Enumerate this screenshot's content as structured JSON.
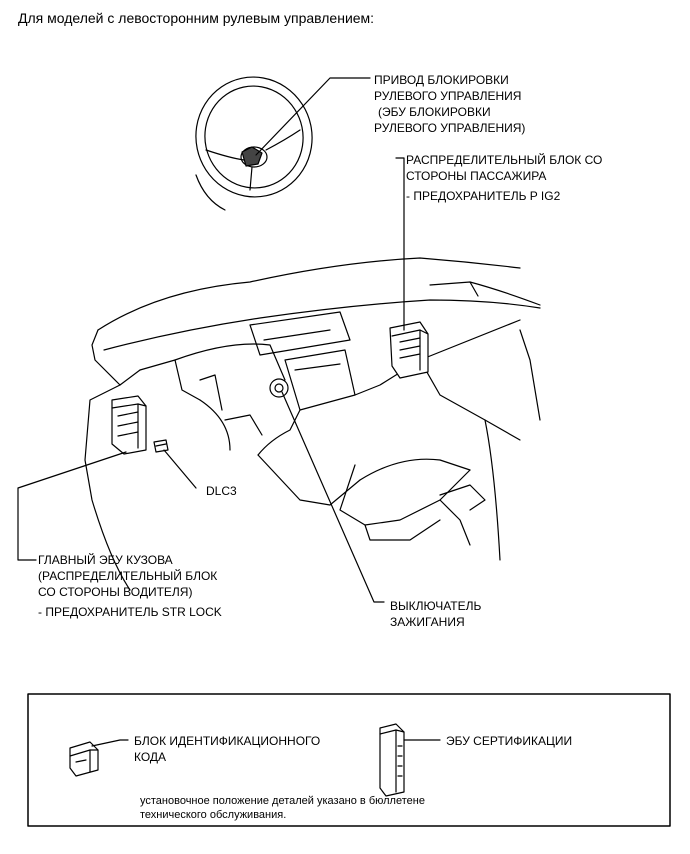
{
  "heading": "Для моделей с левосторонним рулевым управлением:",
  "labels": {
    "steering_lock": [
      "ПРИВОД БЛОКИРОВКИ",
      "РУЛЕВОГО УПРАВЛЕНИЯ",
      "(ЭБУ БЛОКИРОВКИ",
      "РУЛЕВОГО УПРАВЛЕНИЯ)"
    ],
    "passenger_jb": [
      "РАСПРЕДЕЛИТЕЛЬНЫЙ БЛОК СО",
      "СТОРОНЫ ПАССАЖИРА",
      "- ПРЕДОХРАНИТЕЛЬ P IG2"
    ],
    "dlc3": "DLC3",
    "main_body_ecu": [
      "ГЛАВНЫЙ ЭБУ КУЗОВА",
      "(РАСПРЕДЕЛИТЕЛЬНЫЙ БЛОК",
      "СО СТОРОНЫ ВОДИТЕЛЯ)",
      "- ПРЕДОХРАНИТЕЛЬ STR LOCK"
    ],
    "ignition_switch": [
      "ВЫКЛЮЧАТЕЛЬ",
      "ЗАЖИГАНИЯ"
    ]
  },
  "legend": {
    "id_code_box": [
      "БЛОК ИДЕНТИФИКАЦИОННОГО",
      "КОДА"
    ],
    "cert_ecu": "ЭБУ СЕРТИФИКАЦИИ",
    "note": [
      "установочное положение деталей указано в бюллетене",
      "технического обслуживания."
    ]
  }
}
